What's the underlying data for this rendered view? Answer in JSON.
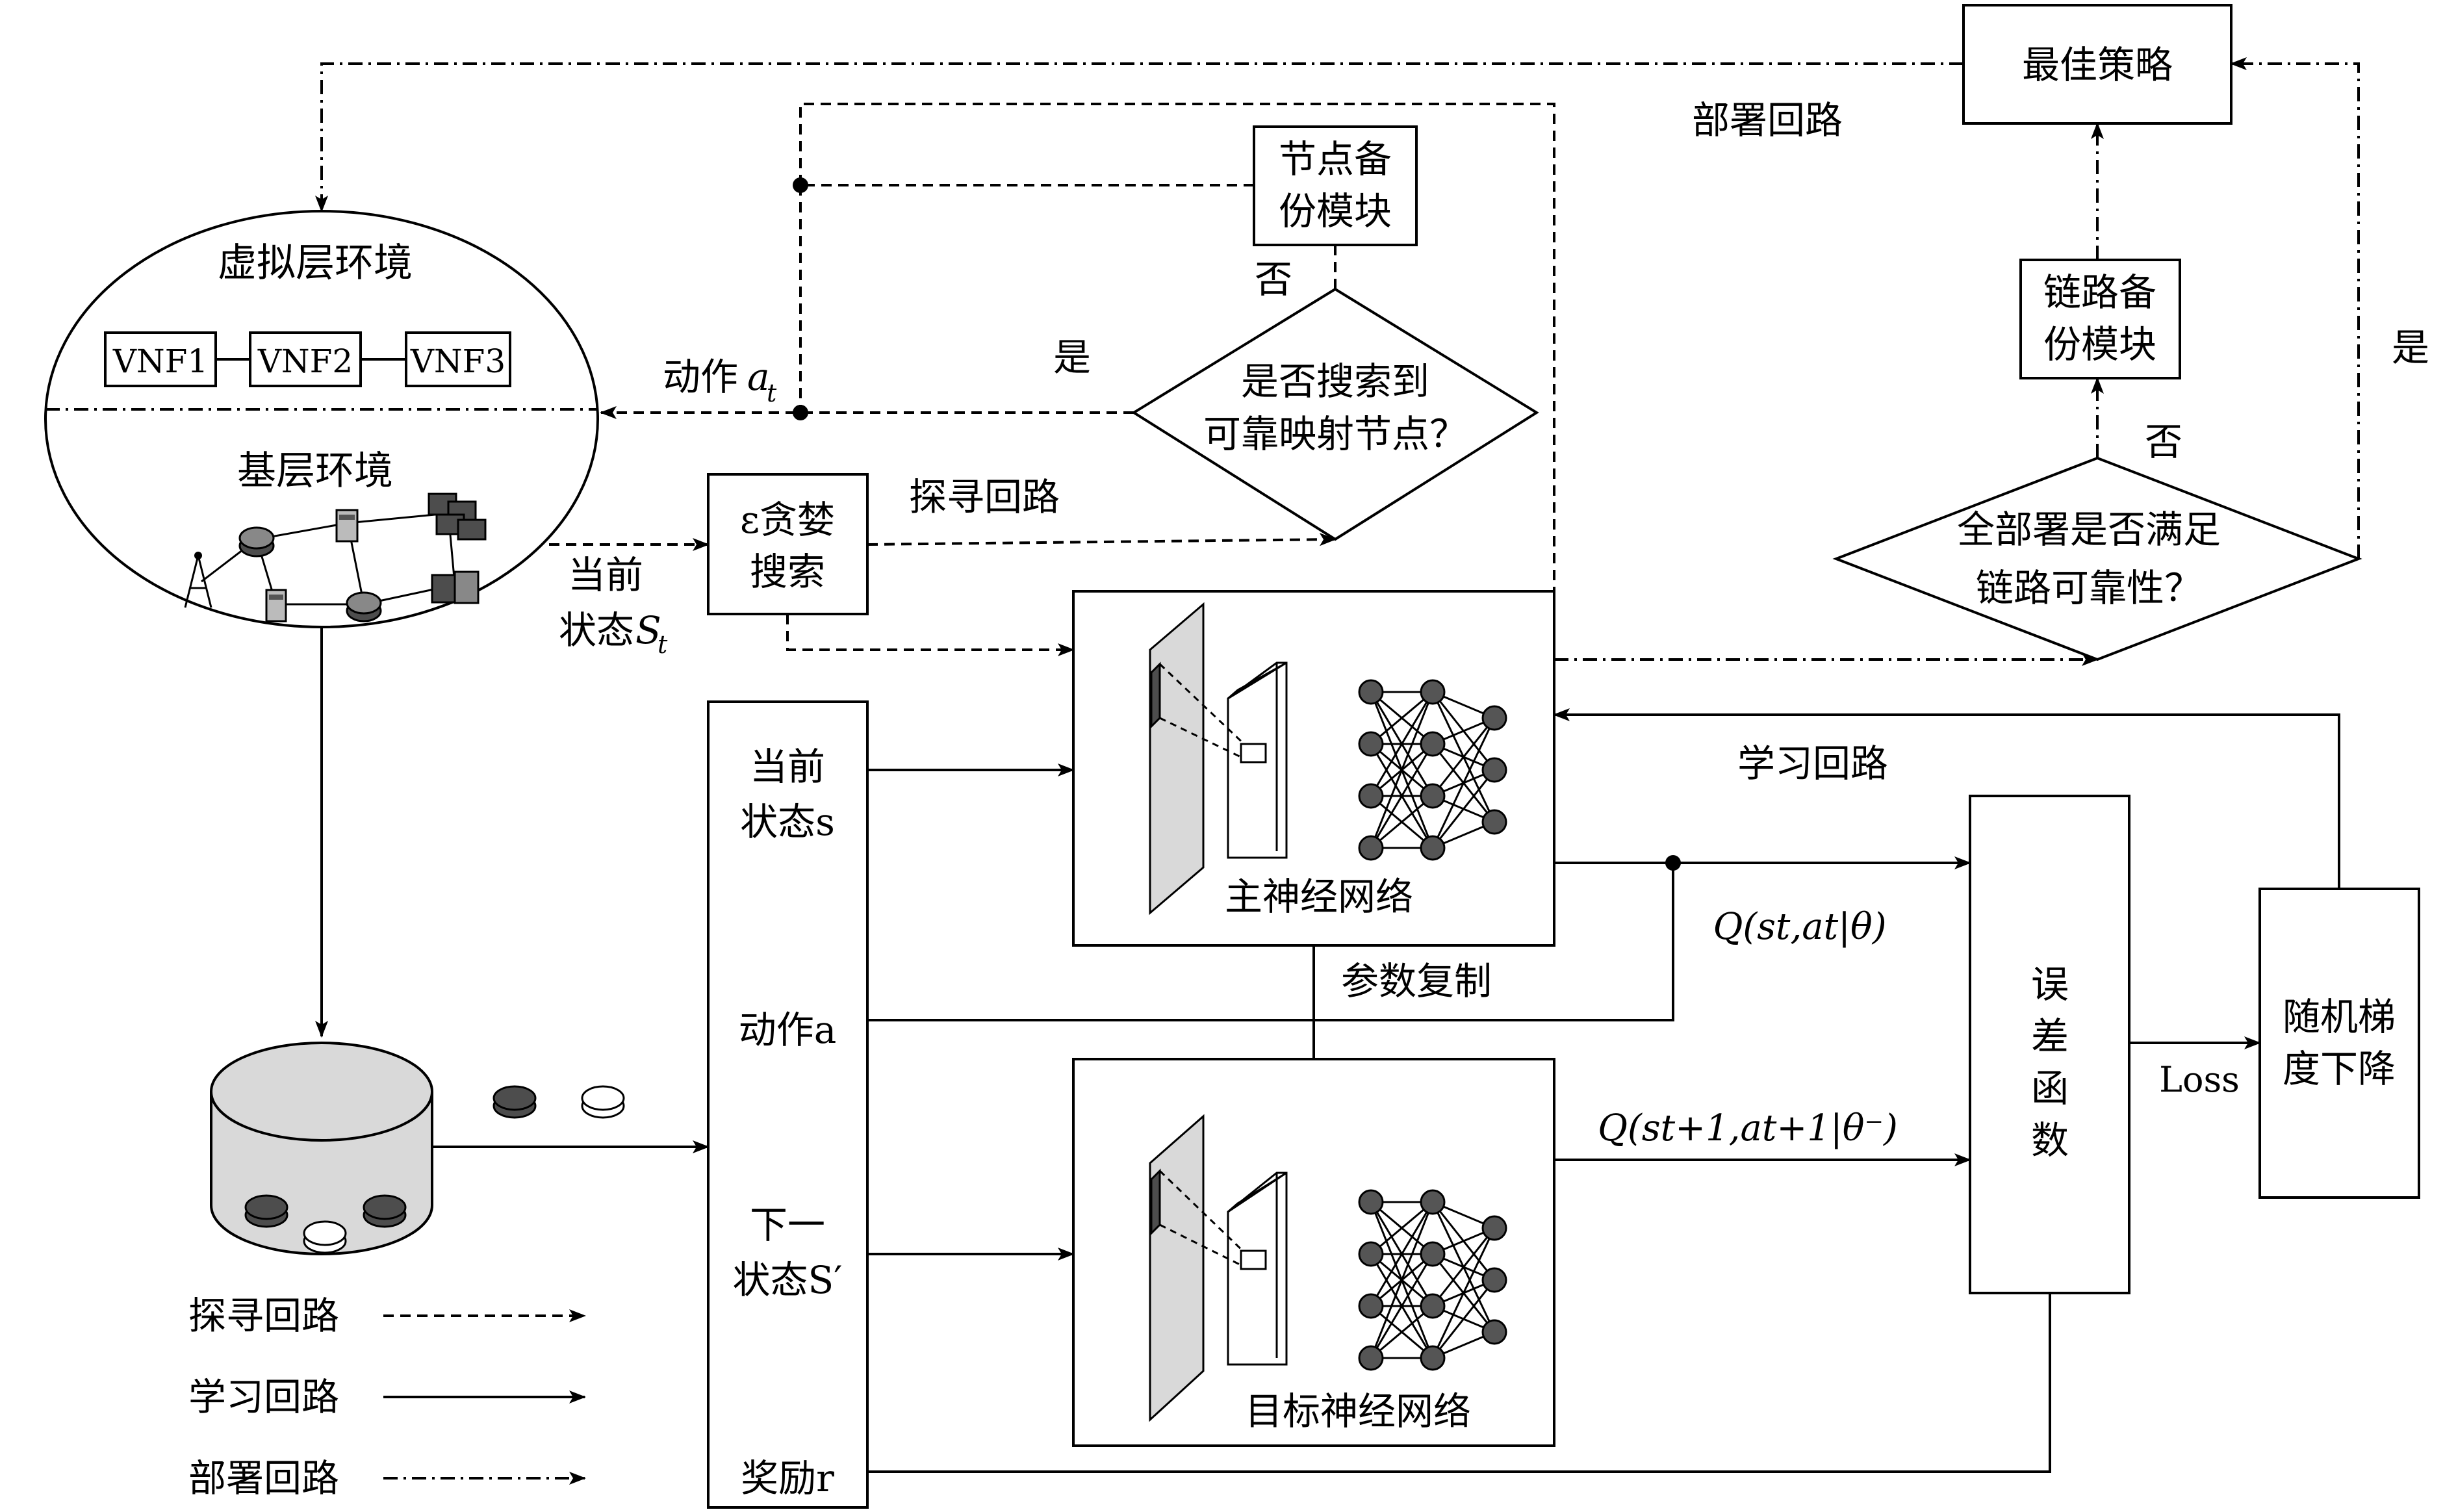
{
  "environment": {
    "virtual_label": "虚拟层环境",
    "substrate_label": "基层环境",
    "vnfs": [
      "VNF1",
      "VNF2",
      "VNF3"
    ]
  },
  "modules": {
    "node_backup": [
      "节点备",
      "份模块"
    ],
    "link_backup": [
      "链路备",
      "份模块"
    ],
    "best_policy": "最佳策略",
    "greedy_search": [
      "ε贪婪",
      "搜索"
    ],
    "error_function": [
      "误",
      "差",
      "函",
      "数"
    ],
    "sgd": [
      "随机梯",
      "度下降"
    ]
  },
  "decisions": {
    "node_search": [
      "是否搜索到",
      "可靠映射节点？"
    ],
    "link_reliability": [
      "全部署是否满足",
      "链路可靠性？"
    ],
    "yes": "是",
    "no": "否"
  },
  "labels": {
    "action_at": "动作",
    "action_at_var": "a",
    "action_at_sub": "t",
    "current_state_St": [
      "当前",
      "状态"
    ],
    "St_var": "S",
    "St_sub": "t",
    "explore_loop": "探寻回路",
    "deploy_loop": "部署回路",
    "learn_loop": "学习回路",
    "param_copy": "参数复制",
    "loss": "Loss",
    "q_main": "Q(st,at|θ)",
    "q_target": "Q(st+1,at+1|θ⁻)"
  },
  "networks": {
    "main": "主神经网络",
    "target": "目标神经网络"
  },
  "memory_panel": {
    "current_state": [
      "当前",
      "状态s"
    ],
    "action": "动作a",
    "next_state": [
      "下一",
      "状态S′"
    ],
    "reward": "奖励r"
  },
  "legend": [
    {
      "label": "探寻回路",
      "style": "dashed"
    },
    {
      "label": "学习回路",
      "style": "solid"
    },
    {
      "label": "部署回路",
      "style": "dash-dot"
    }
  ]
}
